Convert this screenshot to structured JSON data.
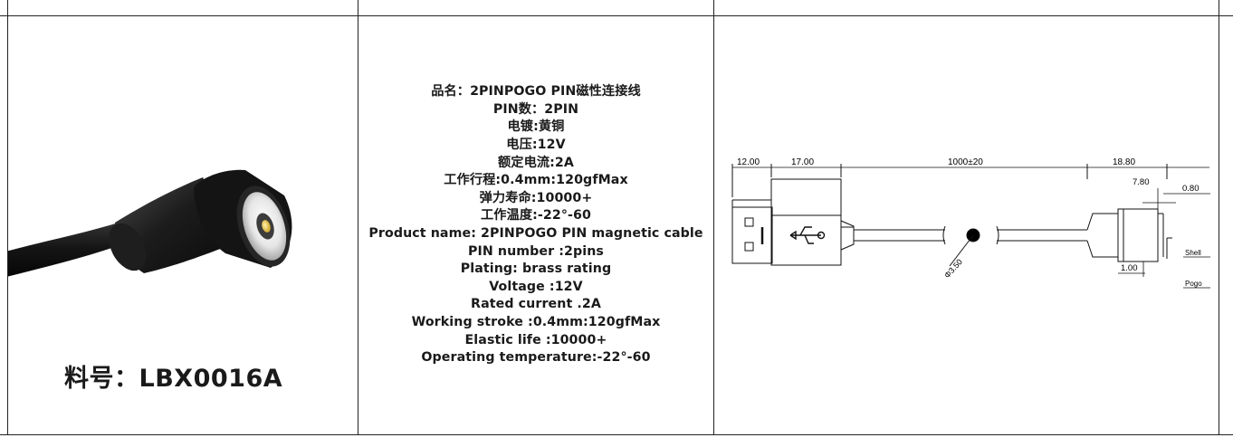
{
  "part_number": "料号：LBX0016A",
  "spec_lines": [
    "品名：2PINPOGO PIN磁性连接线",
    "PIN数：2PIN",
    "电镀:黄铜",
    "电压:12V",
    "额定电流:2A",
    "工作行程:0.4mm:120gfMax",
    "弹力寿命:10000+",
    "工作温度:-22°-60",
    "Product name: 2PINPOGO PIN magnetic cable",
    "PIN number :2pins",
    "Plating: brass rating",
    "Voltage :12V",
    "Rated current .2A",
    "Working stroke :0.4mm:120gfMax",
    "Elastic life :10000+",
    "Operating temperature:-22°-60"
  ],
  "drawing": {
    "dim_plug": "12.00",
    "dim_housing": "17.00",
    "dim_cable": "1000±20",
    "dim_head": "18.80",
    "dim_face": "7.80",
    "dim_pin": "0.80",
    "dim_base": "1.00",
    "dim_diameter": "Φ3.50",
    "label_shell": "Shell",
    "label_pogo": "Pogo"
  }
}
